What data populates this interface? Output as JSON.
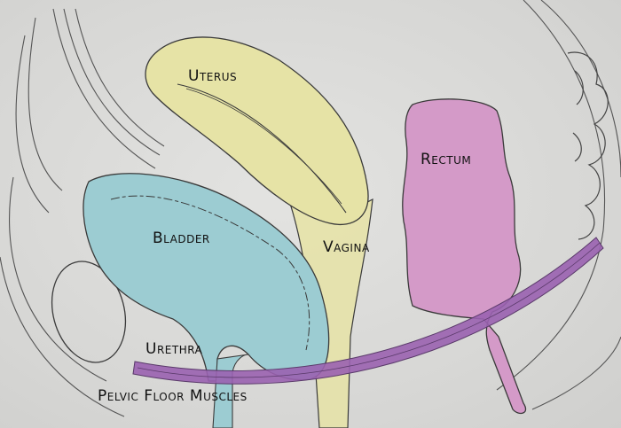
{
  "labels": {
    "uterus": "Uterus",
    "rectum": "Rectum",
    "bladder": "Bladder",
    "vagina": "Vagina",
    "urethra": "Urethra",
    "pelvic_floor": "Pelvic Floor Muscles"
  },
  "colors": {
    "uterus": "#e6e3a6",
    "bladder": "#9cccd2",
    "rectum": "#d49ac8",
    "muscle": "#9a62b0",
    "pencil": "#3a3a3a"
  }
}
